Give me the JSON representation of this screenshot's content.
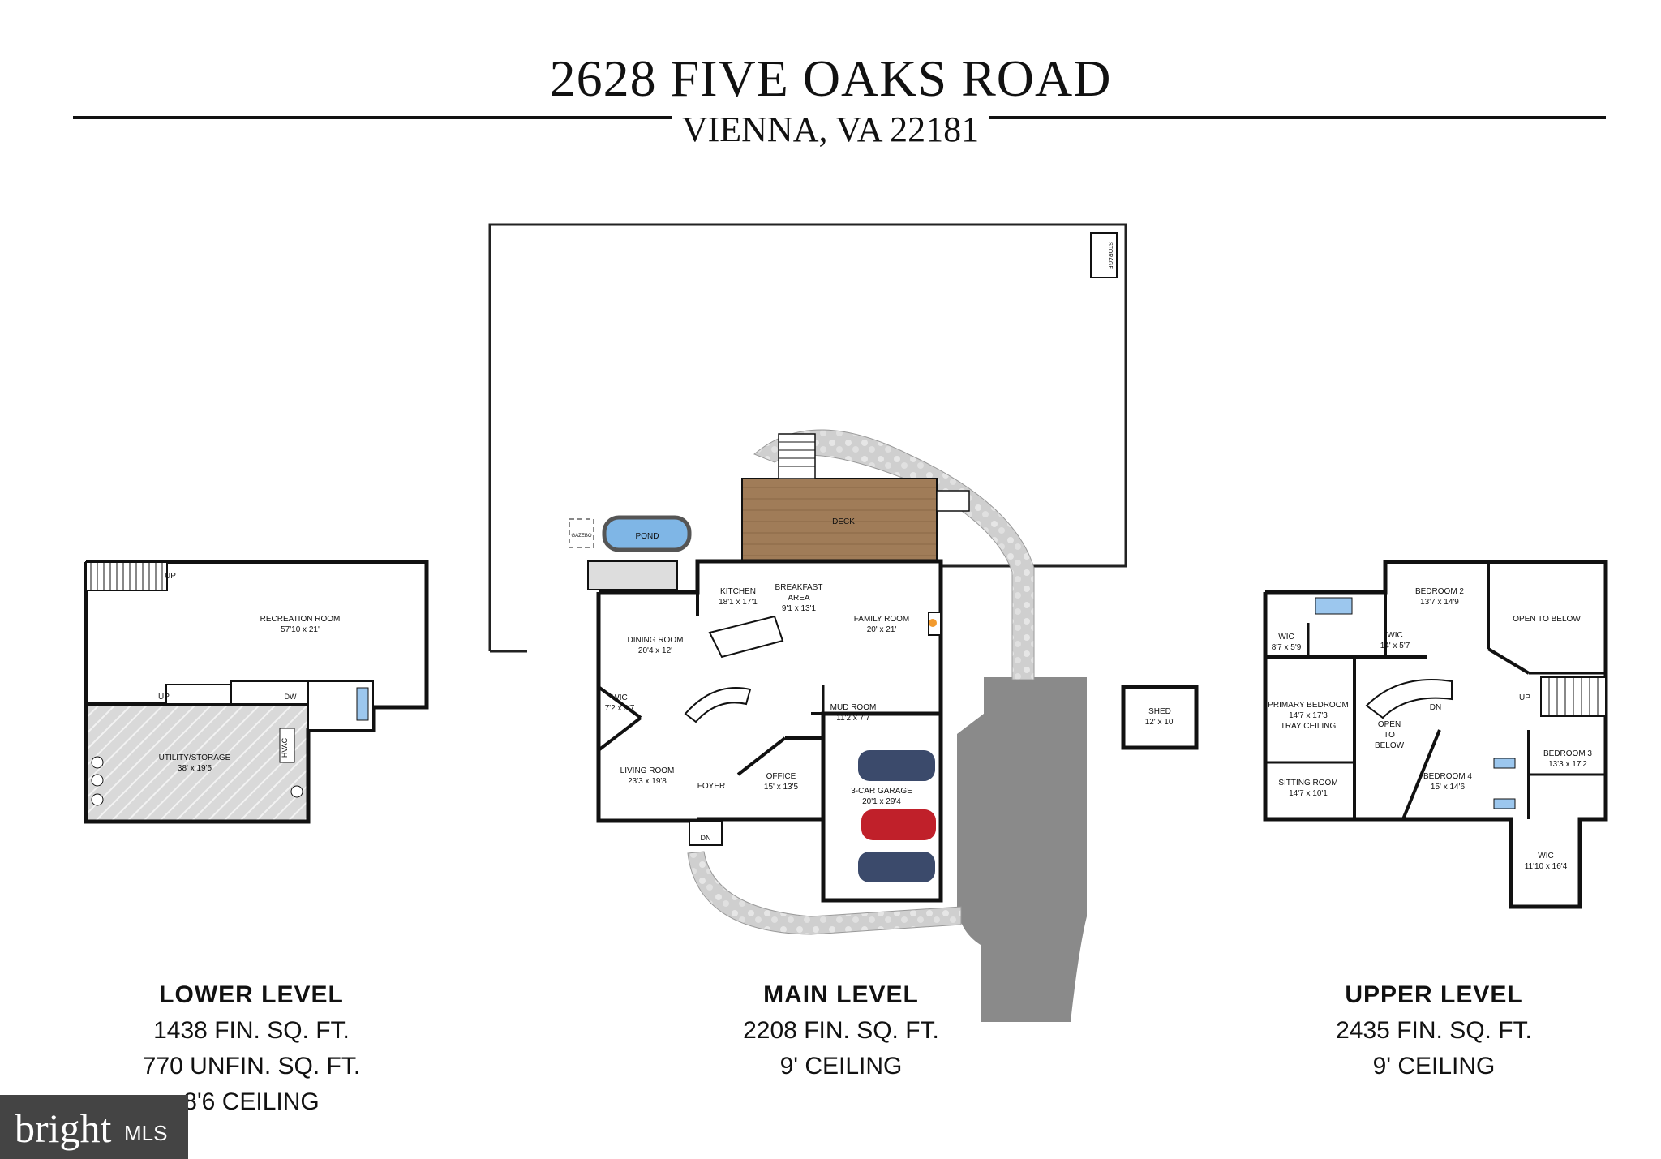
{
  "header": {
    "address": "2628 FIVE OAKS ROAD",
    "city": "VIENNA, VA 22181"
  },
  "levels": [
    {
      "name": "LOWER LEVEL",
      "lines": [
        "1438 FIN. SQ. FT.",
        "770 UNFIN. SQ. FT.",
        "8'6 CEILING"
      ]
    },
    {
      "name": "MAIN LEVEL",
      "lines": [
        "2208 FIN. SQ. FT.",
        "9' CEILING"
      ]
    },
    {
      "name": "UPPER LEVEL",
      "lines": [
        "2435 FIN. SQ. FT.",
        "9' CEILING"
      ]
    }
  ],
  "rooms": {
    "lower": {
      "recreation": {
        "name": "RECREATION ROOM",
        "dim": "57'10 x 21'"
      },
      "utility": {
        "name": "UTILITY/STORAGE",
        "dim": "38' x 19'5"
      },
      "up": "UP",
      "dw": "DW",
      "hvac": "HVAC"
    },
    "main": {
      "deck": "DECK",
      "pond": "POND",
      "gazebo": "GAZEBO",
      "kitchen": {
        "name": "KITCHEN",
        "dim": "18'1 x 17'1"
      },
      "breakfast": {
        "name": "BREAKFAST",
        "name2": "AREA",
        "dim": "9'1 x 13'1"
      },
      "family": {
        "name": "FAMILY ROOM",
        "dim": "20' x 21'"
      },
      "dining": {
        "name": "DINING ROOM",
        "dim": "20'4 x 12'"
      },
      "wic": {
        "name": "WIC",
        "dim": "7'2 x 9'7"
      },
      "living": {
        "name": "LIVING ROOM",
        "dim": "23'3 x 19'8"
      },
      "foyer": "FOYER",
      "office": {
        "name": "OFFICE",
        "dim": "15' x 13'5"
      },
      "mud": {
        "name": "MUD ROOM",
        "dim": "11'2 x 7'7"
      },
      "garage": {
        "name": "3-CAR GARAGE",
        "dim": "20'1 x 29'4"
      },
      "shed": {
        "name": "SHED",
        "dim": "12' x 10'"
      },
      "storage": "STORAGE",
      "dn": "DN"
    },
    "upper": {
      "bed2": {
        "name": "BEDROOM 2",
        "dim": "13'7 x 14'9"
      },
      "open1": "OPEN TO BELOW",
      "wic1": {
        "name": "WIC",
        "dim": "8'7 x 5'9"
      },
      "wic2": {
        "name": "WIC",
        "dim": "14' x 5'7"
      },
      "primary": {
        "name": "PRIMARY BEDROOM",
        "dim": "14'7 x 17'3",
        "note": "TRAY CEILING"
      },
      "open2": [
        "OPEN",
        "TO",
        "BELOW"
      ],
      "bed3": {
        "name": "BEDROOM 3",
        "dim": "13'3 x 17'2"
      },
      "bed4": {
        "name": "BEDROOM 4",
        "dim": "15' x 14'6"
      },
      "sitting": {
        "name": "SITTING ROOM",
        "dim": "14'7 x 10'1"
      },
      "wic3": {
        "name": "WIC",
        "dim": "11'10 x 16'4"
      },
      "up": "UP",
      "dn": "DN"
    }
  },
  "badge": {
    "brand": "bright",
    "suffix": "MLS"
  },
  "colors": {
    "deck": "#a07c58",
    "pond": "#7fb6e6",
    "driveway": "#8a8a8a",
    "utility": "#d6d6d6",
    "car1": "#3b4a6b",
    "car2": "#c0202a",
    "car3": "#3b4a6b"
  }
}
